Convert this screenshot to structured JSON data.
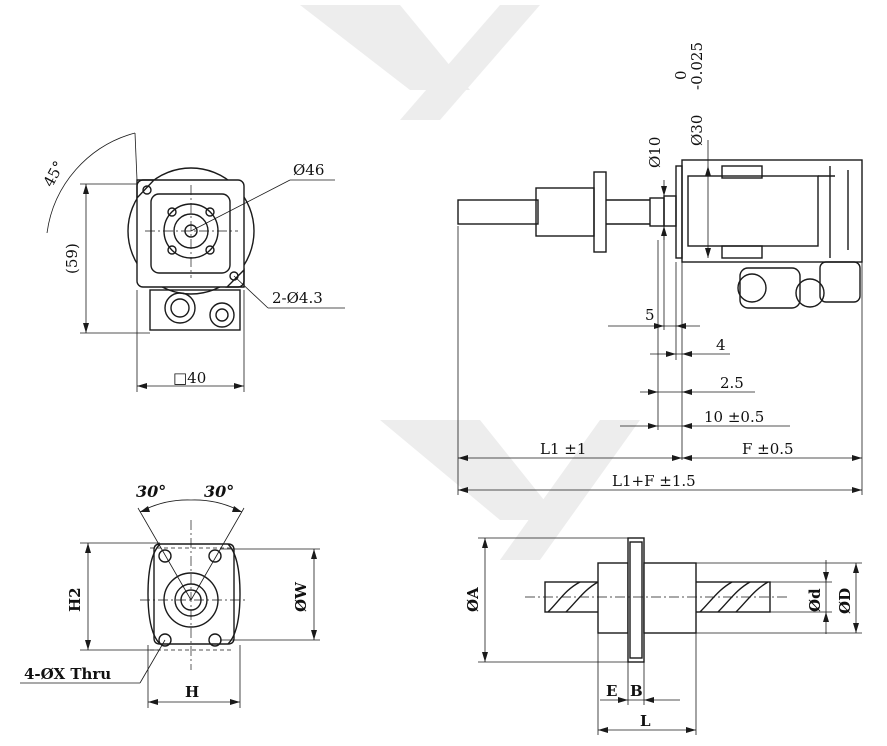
{
  "labels": {
    "dia46": "Ø46",
    "holes2": "2-Ø4.3",
    "h59": "(59)",
    "ang45": "45°",
    "sq40": "□40",
    "dia10": "Ø10",
    "dia30": "Ø30",
    "tol_upper": "0",
    "tol_lower": "-0.025",
    "d5": "5",
    "d4": "4",
    "d25": "2.5",
    "d10": "10 ±0.5",
    "L1": "L1 ±1",
    "F": "F ±0.5",
    "L1F": "L1+F ±1.5",
    "ang30a": "30°",
    "ang30b": "30°",
    "H2": "H2",
    "W": "ØW",
    "holes4": "4-ØX Thru",
    "H": "H",
    "A": "ØA",
    "E": "E",
    "B": "B",
    "L": "L",
    "dsmall": "Ød",
    "Dbig": "ØD"
  },
  "colors": {
    "line": "#1a1a1a",
    "watermark": "#ededed",
    "background": "#ffffff"
  }
}
